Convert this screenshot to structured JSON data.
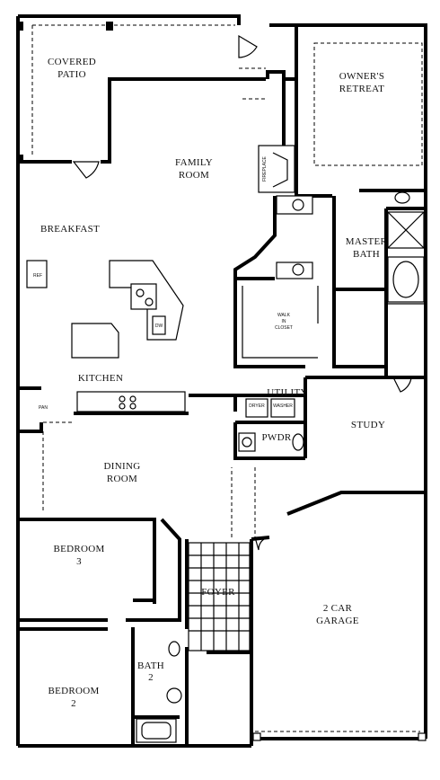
{
  "rooms": {
    "covered_patio_line1": "COVERED",
    "covered_patio_line2": "PATIO",
    "owners_retreat_line1": "OWNER'S",
    "owners_retreat_line2": "RETREAT",
    "family_room_line1": "FAMILY",
    "family_room_line2": "ROOM",
    "breakfast": "BREAKFAST",
    "master_bath_line1": "MASTER",
    "master_bath_line2": "BATH",
    "kitchen": "KITCHEN",
    "utility": "UTILITY",
    "study": "STUDY",
    "pwdr": "PWDR",
    "dining_room_line1": "DINING",
    "dining_room_line2": "ROOM",
    "bedroom3_line1": "BEDROOM",
    "bedroom3_line2": "3",
    "foyer": "FOYER",
    "garage_line1": "2 CAR",
    "garage_line2": "GARAGE",
    "bath2_line1": "BATH",
    "bath2_line2": "2",
    "bedroom2_line1": "BEDROOM",
    "bedroom2_line2": "2"
  },
  "fixtures": {
    "fireplace": "FIREPLACE",
    "walk_in_closet_line1": "WALK",
    "walk_in_closet_line2": "IN",
    "walk_in_closet_line3": "CLOSET",
    "refrigerator": "REF",
    "dishwasher": "DW",
    "pantry": "PAN",
    "dryer": "DRYER",
    "washer": "WASHER"
  }
}
